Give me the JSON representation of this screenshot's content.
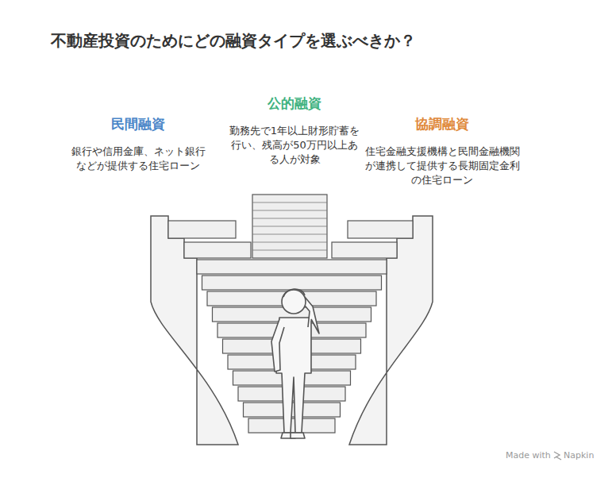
{
  "diagram": {
    "title": "不動産投資のためにどの融資タイプを選ぶべきか？",
    "nodes": [
      {
        "text": [
          "民間融資",
          "銀行や信用金庫、ネット銀行などが提供する住宅ローン"
        ]
      },
      {
        "text": [
          "公的融資",
          "勤務先で1年以上財形貯蓄を行い、残高が50万円以上ある人が対象"
        ]
      },
      {
        "text": [
          "協調融資",
          "住宅金融支援機構と民間金融機関が連携して提供する長期固定金利の住宅ローン"
        ]
      }
    ],
    "labels": [
      "Made with",
      "Napkin"
    ]
  }
}
